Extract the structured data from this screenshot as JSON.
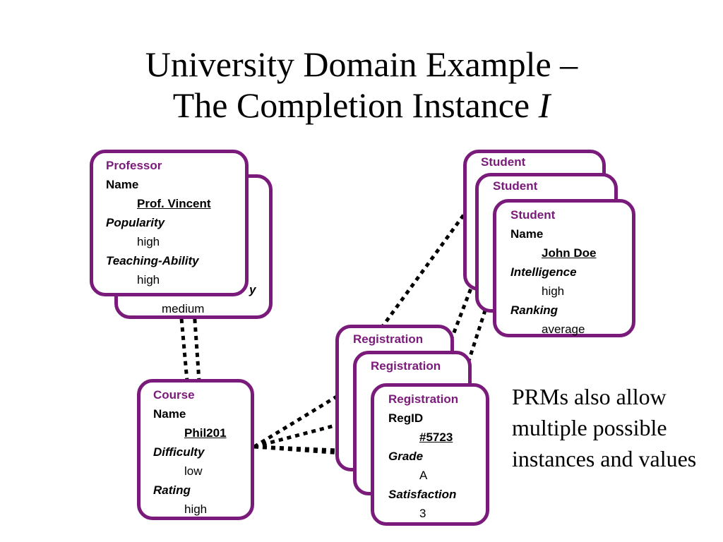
{
  "title": {
    "line1": "University Domain Example –",
    "line2_prefix": "The Completion Instance ",
    "line2_italic": "I"
  },
  "professor_front": {
    "class": "Professor",
    "attrs": [
      {
        "name": "Name",
        "value": "Prof. Vincent"
      },
      {
        "name": "Popularity",
        "value": "high"
      },
      {
        "name": "Teaching-Ability",
        "value": "high"
      }
    ]
  },
  "professor_back": {
    "attr_fragment": "y",
    "value": "medium"
  },
  "course": {
    "class": "Course",
    "attrs": [
      {
        "name": "Name",
        "value": "Phil201"
      },
      {
        "name": "Difficulty",
        "value": "low"
      },
      {
        "name": "Rating",
        "value": "high"
      }
    ]
  },
  "student_back1": {
    "class": "Student"
  },
  "student_back2": {
    "class": "Student"
  },
  "student_front": {
    "class": "Student",
    "attrs": [
      {
        "name": "Name",
        "value": "John Doe"
      },
      {
        "name": "Intelligence",
        "value": "high"
      },
      {
        "name": "Ranking",
        "value": "average"
      }
    ]
  },
  "registration_back1": {
    "class": "Registration"
  },
  "registration_back2": {
    "class": "Registration"
  },
  "registration_front": {
    "class": "Registration",
    "attrs": [
      {
        "name": "RegID",
        "value": "#5723"
      },
      {
        "name": "Grade",
        "value": "A"
      },
      {
        "name": "Satisfaction",
        "value": "3"
      }
    ]
  },
  "note": {
    "text": "PRMs also allow multiple possible instances and values"
  },
  "colors": {
    "border": "#7a1a7a",
    "link": "#000000"
  }
}
